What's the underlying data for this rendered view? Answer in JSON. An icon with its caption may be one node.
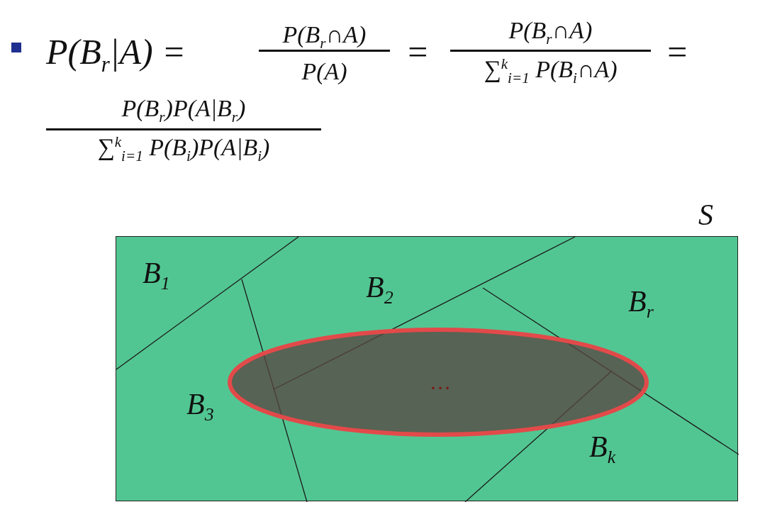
{
  "diagram": {
    "nodes": [
      {
        "text": [
          "B$_{1}$",
          "B$_{2}$",
          "B$_{r}$",
          "B$_{3}$",
          "B$_{k}$"
        ]
      },
      {
        "text": [
          "…"
        ],
        "in": 0
      }
    ],
    "labels": [
      "P(B$_{r}$|A) =",
      "P(B$_{r}$∩A)",
      "P(A)",
      "=",
      "P(B$_{r}$∩A)",
      "∑$^{k}$$_{i=1}$ P(B$_{i}$∩A)",
      "=",
      "P(B$_{r}$)P(A|B$_{r}$)",
      "∑$^{k}$$_{i=1}$ P(B$_{i}$)P(A|B$_{i}$)",
      "S"
    ]
  }
}
